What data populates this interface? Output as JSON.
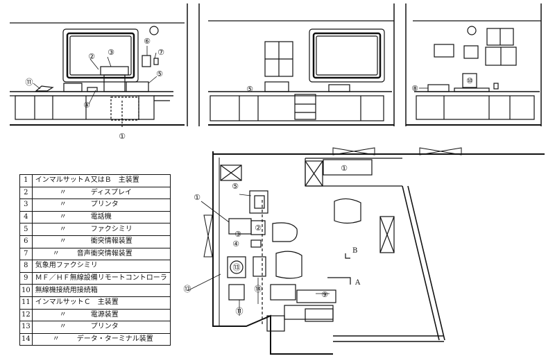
{
  "legend": {
    "rows": [
      {
        "num": "1",
        "label": "インマルサットＡ又はＢ　主装置"
      },
      {
        "num": "2",
        "ditto": "〃",
        "label": "ディスプレイ"
      },
      {
        "num": "3",
        "ditto": "〃",
        "label": "プリンタ"
      },
      {
        "num": "4",
        "ditto": "〃",
        "label": "電話機"
      },
      {
        "num": "5",
        "ditto": "〃",
        "label": "ファクシミリ"
      },
      {
        "num": "6",
        "ditto": "〃",
        "label": "衝突情報装置"
      },
      {
        "num": "7",
        "ditto": "〃",
        "label": "音声衝突情報装置"
      },
      {
        "num": "8",
        "label": "気象用ファクシミリ"
      },
      {
        "num": "9",
        "label": "ＭＦ／ＨＦ無線設備リモートコントローラ"
      },
      {
        "num": "10",
        "label": "無線機接続用接続箱"
      },
      {
        "num": "11",
        "label": "インマルサットＣ　主装置"
      },
      {
        "num": "12",
        "ditto": "〃",
        "label": "電源装置"
      },
      {
        "num": "13",
        "ditto": "〃",
        "label": "プリンタ"
      },
      {
        "num": "14",
        "ditto": "〃",
        "label": "データ・ターミナル装置"
      }
    ]
  },
  "callouts": {
    "c1": "①",
    "c2": "②",
    "c3": "③",
    "c4": "④",
    "c5": "⑤",
    "c6": "⑥",
    "c7": "⑦",
    "c8": "⑧",
    "c9": "⑨",
    "c10": "⑩",
    "c11": "⑪",
    "c12": "⑫",
    "c13": "⑬",
    "c14": "⑭"
  },
  "view_labels": {
    "view_a": "A",
    "view_b": "B"
  }
}
